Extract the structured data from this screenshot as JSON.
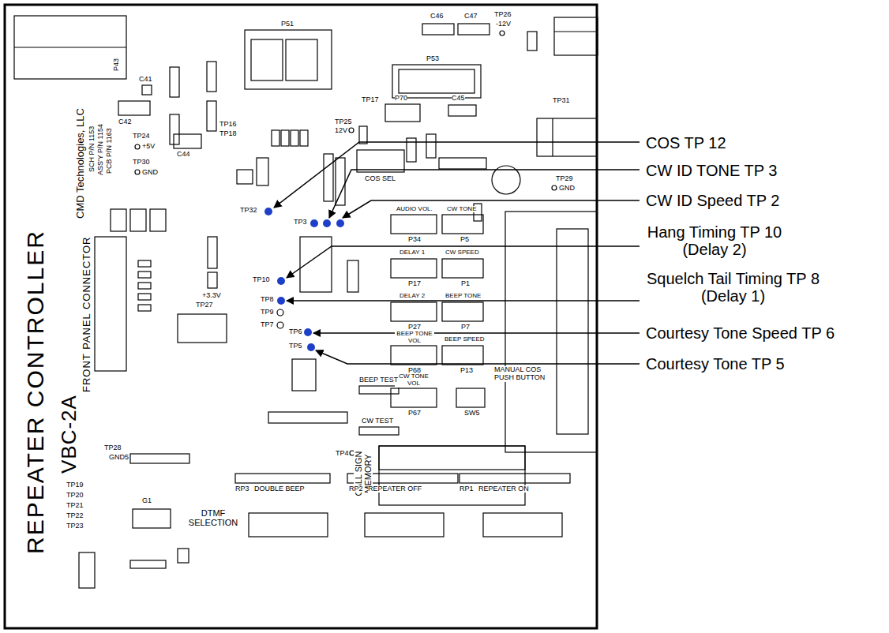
{
  "diagram": {
    "labels": [
      "COS TP 12",
      "CW ID TONE TP 3",
      "CW ID Speed TP 2",
      "Hang Timing TP 10 (Delay 2)",
      "Squelch Tail Timing TP 8 (Delay 1)",
      "Courtesy Tone Speed TP 6",
      "Courtesy Tone TP 5",
      "REPEATER CONTROLLER",
      "VBC-2A",
      "CMD Technologies, LLC",
      "SCH P/N 1153",
      "ASS'Y P/N 1154",
      "PCB P/N 1163",
      "FRONT PANEL CONNECTOR",
      "CALL SIGN MEMORY",
      "MANUAL COS PUSH BUTTON",
      "DTMF SELECTION",
      "P43",
      "C41",
      "C42",
      "C44",
      "TP24",
      "+5V",
      "TP30",
      "GND",
      "P51",
      "C46",
      "C47",
      "TP26",
      "-12V",
      "P53",
      "TP17",
      "P70",
      "C45",
      "TP31",
      "TP25",
      "12V",
      "TP16",
      "TP18",
      "COS SEL",
      "TP29",
      "GND",
      "TP32",
      "TP3",
      "TP10",
      "TP8",
      "TP9",
      "TP7",
      "TP6",
      "TP5",
      "+3.3V",
      "TP27",
      "AUDIO VOL.",
      "CW TONE",
      "P34",
      "P5",
      "DELAY 1",
      "CW SPEED",
      "P17",
      "P1",
      "DELAY 2",
      "BEEP TONE",
      "P27",
      "P7",
      "BEEP TONE VOL",
      "BEEP SPEED",
      "P68",
      "P13",
      "CW TONE VOL",
      "P67",
      "SW5",
      "BEEP TEST",
      "CW TEST",
      "TP4",
      "TP28",
      "GND5",
      "G1",
      "TP19",
      "TP20",
      "TP21",
      "TP22",
      "TP23",
      "RP3",
      "DOUBLE BEEP",
      "RP2",
      "REPEATER OFF",
      "RP1",
      "REPEATER ON"
    ]
  }
}
